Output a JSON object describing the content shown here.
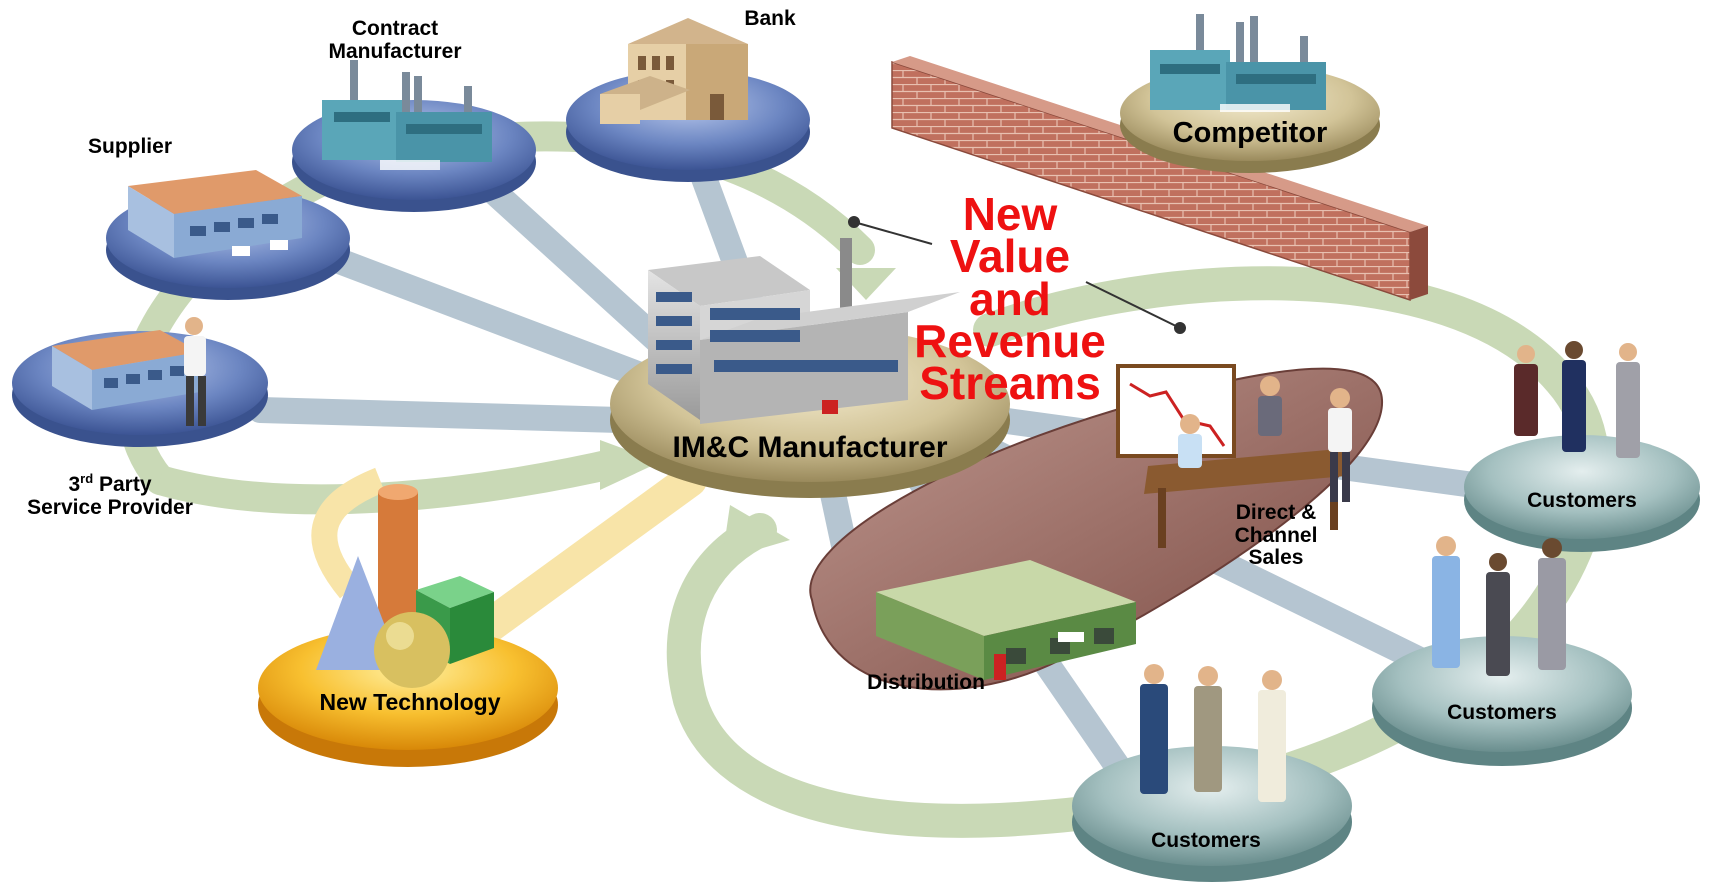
{
  "nodes": {
    "contract_manufacturer": "Contract\nManufacturer",
    "bank": "Bank",
    "competitor": "Competitor",
    "supplier": "Supplier",
    "third_party": {
      "ordinal": "3",
      "suffix": "rd",
      "rest": " Party",
      "line2": "Service Provider"
    },
    "new_technology": "New Technology",
    "hub": "IM&C Manufacturer",
    "direct_channel_sales": "Direct &\nChannel\nSales",
    "distribution": "Distribution",
    "customers": [
      "Customers",
      "Customers",
      "Customers"
    ]
  },
  "headline": [
    "New",
    "Value",
    "and",
    "Revenue",
    "Streams"
  ],
  "colors": {
    "headline": "#ee1111",
    "blue_disc": "#5a78b8",
    "tan_disc": "#c8b98c",
    "teal_disc": "#8fb0b0",
    "gold_disc": "#f2a81c",
    "brown_band": "#8a5a52",
    "flow_arrow": "#c8d8b4",
    "spoke": "#b4c4d0",
    "wall": "#b06050"
  }
}
